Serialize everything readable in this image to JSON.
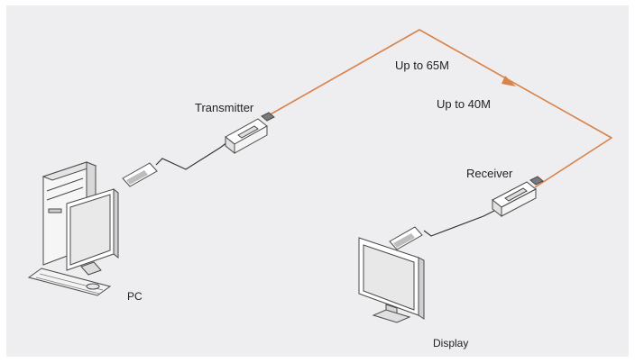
{
  "labels": {
    "transmitter": "Transmitter",
    "up_to_65m": "Up to 65M",
    "up_to_40m": "Up to 40M",
    "receiver": "Receiver",
    "pc": "PC",
    "display": "Display"
  },
  "colors": {
    "background": "#eeeef0",
    "fiber_line": "#d9824a",
    "device_outline": "#4a4a4a",
    "device_fill": "#ffffff",
    "cable": "#333333"
  },
  "icons": {
    "pc": "desktop-computer-icon",
    "display": "monitor-icon",
    "transmitter": "transmitter-module-icon",
    "receiver": "receiver-module-icon",
    "hdmi_plug": "hdmi-connector-icon"
  }
}
